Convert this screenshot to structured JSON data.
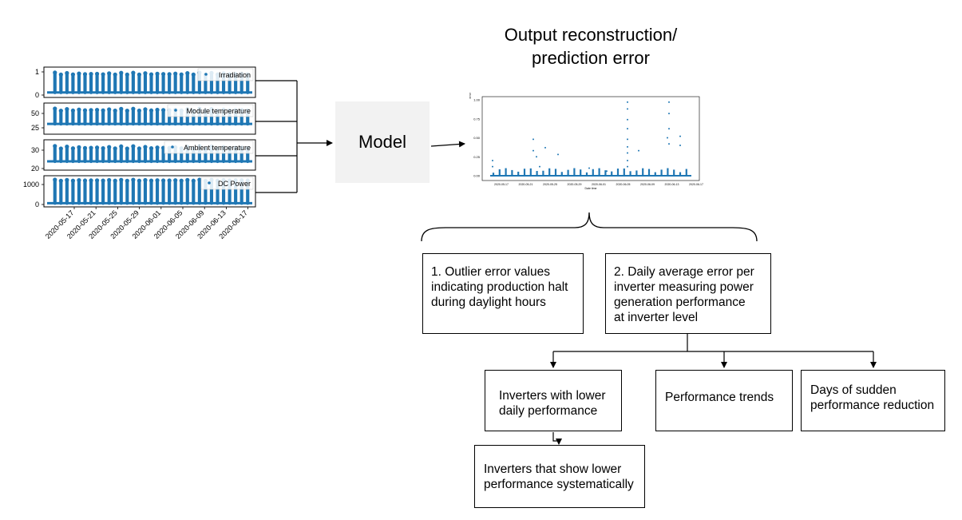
{
  "title_line1": "Output reconstruction/",
  "title_line2": "prediction error",
  "model_label": "Model",
  "box1_lines": [
    "1. Outlier error values",
    "indicating production halt",
    "during daylight hours"
  ],
  "box2_lines": [
    "2. Daily average error per",
    "inverter measuring power",
    "generation performance",
    "at inverter level"
  ],
  "box_inv_lower_lines": [
    "Inverters with lower",
    "daily performance"
  ],
  "box_trends": "Performance trends",
  "box_sudden_lines": [
    "Days of sudden",
    "performance reduction"
  ],
  "box_systematic_lines": [
    "Inverters that show lower",
    "performance systematically"
  ],
  "input_panels": [
    {
      "legend": "Irradiation",
      "yticks": [
        "1",
        "0"
      ]
    },
    {
      "legend": "Module temperature",
      "yticks": [
        "50",
        "25"
      ]
    },
    {
      "legend": "Ambient temperature",
      "yticks": [
        "30",
        "20"
      ]
    },
    {
      "legend": "DC Power",
      "yticks": [
        "1000",
        "0"
      ]
    }
  ],
  "input_xticks": [
    "2020-05-17",
    "2020-05-21",
    "2020-05-25",
    "2020-05-29",
    "2020-06-01",
    "2020-06-05",
    "2020-06-09",
    "2020-06-13",
    "2020-06-17"
  ],
  "error_yticks": [
    "1.00",
    "0.75",
    "0.50",
    "0.25",
    "0.00"
  ],
  "error_xticks": [
    "2020-05-17",
    "2020-05-21",
    "2020-05-25",
    "2020-05-29",
    "2020-06-01",
    "2020-06-05",
    "2020-06-09",
    "2020-06-13",
    "2020-06-17"
  ],
  "error_xlabel": "Date time",
  "error_ylabel": "error",
  "colors": {
    "series": "#1f77b4",
    "model_fill": "#f2f2f2",
    "line": "#000000"
  }
}
